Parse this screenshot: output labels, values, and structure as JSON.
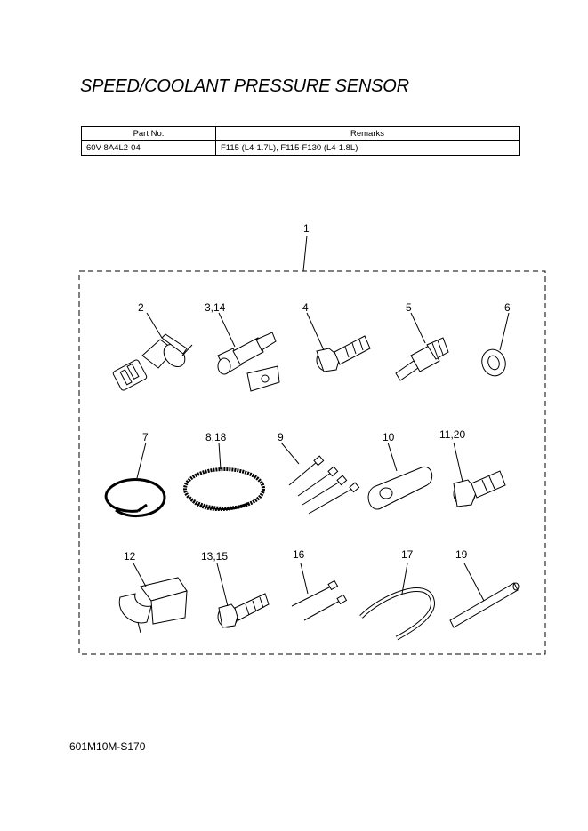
{
  "title": "SPEED/COOLANT PRESSURE SENSOR",
  "table": {
    "headers": [
      "Part No.",
      "Remarks"
    ],
    "rows": [
      [
        "60V-8A4L2-04",
        "F115 (L4-1.7L), F115-F130 (L4-1.8L)"
      ]
    ]
  },
  "callouts": {
    "kit": "1",
    "sensor": "2",
    "adapter": "3,14",
    "bolt_4": "4",
    "fitting": "5",
    "washer": "6",
    "hose_coil": "7",
    "spring": "8,18",
    "ties_9": "9",
    "plate": "10",
    "bolt_11": "11,20",
    "clamp": "12",
    "bolt_13": "13,15",
    "ties_16": "16",
    "hose_17": "17",
    "rod": "19"
  },
  "footer": "601M10M-S170"
}
